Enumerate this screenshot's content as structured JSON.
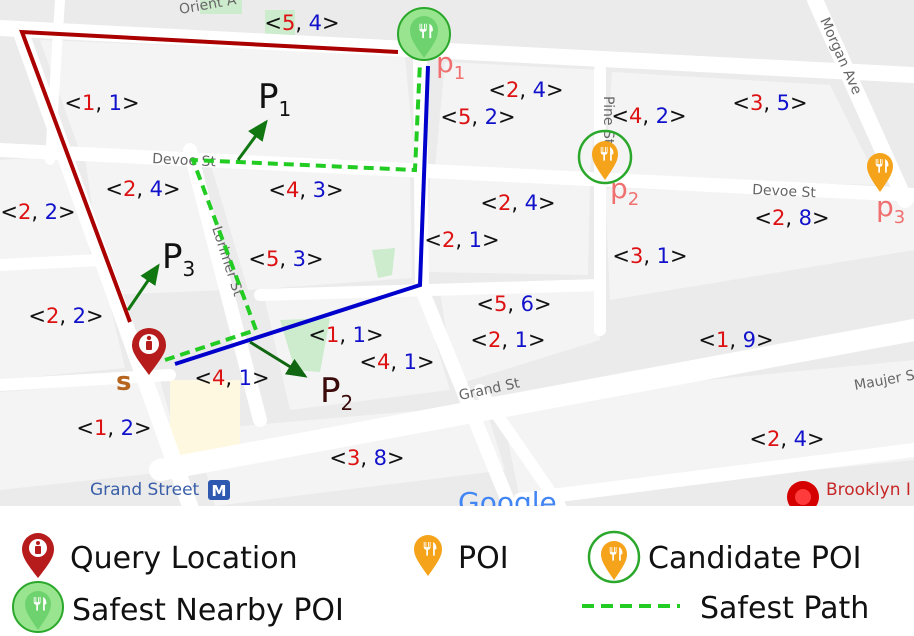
{
  "colors": {
    "map_bg": "#ebebeb",
    "block": "#f4f4f4",
    "road": "#ffffff",
    "park": "#cdeccd",
    "red": "#dd1111",
    "blue": "#1111cc",
    "safe_path": "#22cc22",
    "path_red": "#aa0000",
    "path_blue": "#0000cc",
    "poi_orange": "#f5a31a",
    "poi_green": "#6ed36e",
    "query_red": "#b71c1c",
    "direction_arrow": "#117711"
  },
  "streets": {
    "orient": "Orient A",
    "morgan": "Morgan Ave",
    "devoe_left": "Devoe St",
    "devoe_right": "Devoe St",
    "lorimer": "Lorimer St",
    "pine": "Pine St",
    "grand": "Grand St",
    "maujer": "Maujer St",
    "grand_street_station": "Grand Street",
    "metro": "M",
    "google": "Google",
    "brooklyn": "Brooklyn I"
  },
  "pairs": [
    {
      "a": "5",
      "b": "4"
    },
    {
      "a": "1",
      "b": "1"
    },
    {
      "a": "2",
      "b": "4"
    },
    {
      "a": "5",
      "b": "2"
    },
    {
      "a": "4",
      "b": "2"
    },
    {
      "a": "3",
      "b": "5"
    },
    {
      "a": "2",
      "b": "4"
    },
    {
      "a": "4",
      "b": "3"
    },
    {
      "a": "2",
      "b": "2"
    },
    {
      "a": "2",
      "b": "4"
    },
    {
      "a": "2",
      "b": "8"
    },
    {
      "a": "2",
      "b": "1"
    },
    {
      "a": "5",
      "b": "3"
    },
    {
      "a": "3",
      "b": "1"
    },
    {
      "a": "2",
      "b": "2"
    },
    {
      "a": "5",
      "b": "6"
    },
    {
      "a": "1",
      "b": "1"
    },
    {
      "a": "2",
      "b": "1"
    },
    {
      "a": "4",
      "b": "1"
    },
    {
      "a": "1",
      "b": "9"
    },
    {
      "a": "4",
      "b": "1"
    },
    {
      "a": "1",
      "b": "2"
    },
    {
      "a": "2",
      "b": "4"
    },
    {
      "a": "3",
      "b": "8"
    }
  ],
  "path_labels": [
    {
      "letter": "P",
      "sub": "1"
    },
    {
      "letter": "P",
      "sub": "3"
    },
    {
      "letter": "P",
      "sub": "2"
    }
  ],
  "poi_labels": [
    {
      "letter": "p",
      "sub": "1"
    },
    {
      "letter": "p",
      "sub": "2"
    },
    {
      "letter": "p",
      "sub": "3"
    }
  ],
  "query_label": "s",
  "legend": {
    "query_location": "Query Location",
    "poi": "POI",
    "candidate_poi": "Candidate POI",
    "safest_nearby_poi": "Safest Nearby POI",
    "safest_path": "Safest Path"
  }
}
